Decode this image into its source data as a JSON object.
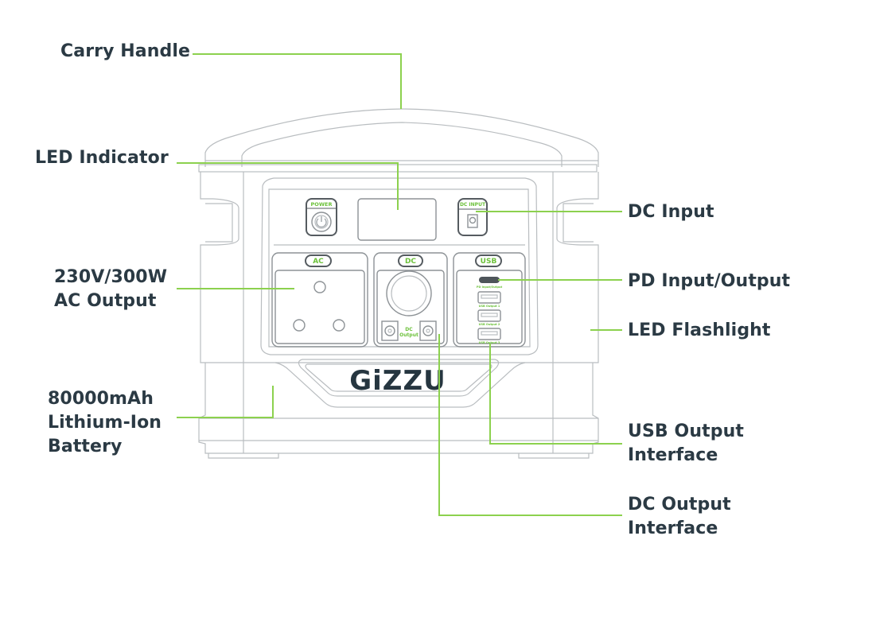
{
  "diagram": {
    "brand": "GiZZU",
    "accent_color": "#8cd14e",
    "text_color": "#2b3a44",
    "labels": {
      "carry_handle": "Carry Handle",
      "led_indicator": "LED Indicator",
      "ac_output": "230V/300W\nAC Output",
      "battery": "80000mAh\nLithium-Ion\nBattery",
      "dc_input": "DC Input",
      "pd_io": "PD Input/Output",
      "led_flashlight": "LED Flashlight",
      "usb_output": "USB Output\nInterface",
      "dc_output": "DC Output\nInterface"
    },
    "panel": {
      "power": "POWER",
      "dc_input": "DC INPUT",
      "ac": "AC",
      "dc": "DC",
      "usb": "USB",
      "dc_output_small": "DC\nOutput",
      "usb_port_labels": [
        "PD Input/Output",
        "USB Output 1",
        "USB Output 2",
        "USB Output 3"
      ]
    }
  }
}
